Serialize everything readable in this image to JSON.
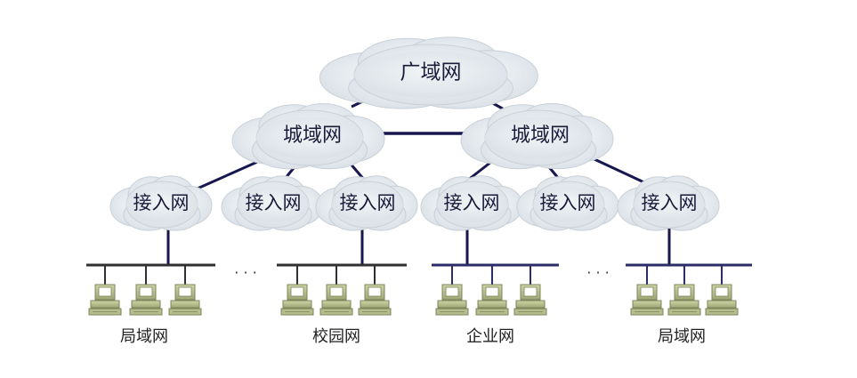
{
  "colors": {
    "cloud_fill": "#e3e8ec",
    "cloud_stroke": "#c9d1d8",
    "link": "#17174f",
    "lan_bus_dark": "#303030",
    "lan_bus_blue": "#2c2c66",
    "pc_body": "#b5bd8c",
    "pc_dark": "#7d845c"
  },
  "wan": {
    "label": "广域网"
  },
  "man": [
    {
      "label": "城域网"
    },
    {
      "label": "城域网"
    }
  ],
  "access": [
    {
      "label": "接入网"
    },
    {
      "label": "接入网"
    },
    {
      "label": "接入网"
    },
    {
      "label": "接入网"
    },
    {
      "label": "接入网"
    },
    {
      "label": "接入网"
    }
  ],
  "lans": [
    {
      "label": "局域网",
      "pcs": 3
    },
    {
      "label": "校园网",
      "pcs": 3
    },
    {
      "label": "企业网",
      "pcs": 3
    },
    {
      "label": "局域网",
      "pcs": 3
    }
  ],
  "ellipsis": [
    {
      "text": "· · ·"
    },
    {
      "text": "· · ·"
    }
  ]
}
